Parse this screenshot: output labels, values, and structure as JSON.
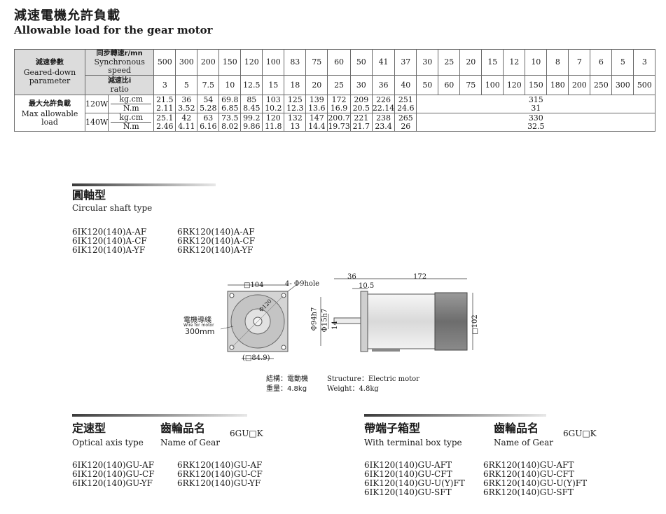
{
  "header": {
    "title_cn": "減速電機允許負載",
    "title_en": "Allowable load for the gear motor"
  },
  "table": {
    "param_cn": "減速參數",
    "param_en": "Geared-down parameter",
    "speed_cn": "同步轉速r/mn",
    "speed_en": "Synchronous speed",
    "ratio_cn": "減速比i",
    "ratio_en": "ratio",
    "speeds": [
      "500",
      "300",
      "200",
      "150",
      "120",
      "100",
      "83",
      "75",
      "60",
      "50",
      "41",
      "37",
      "30",
      "25",
      "20",
      "15",
      "12",
      "10",
      "8",
      "7",
      "6",
      "5",
      "3"
    ],
    "ratios": [
      "3",
      "5",
      "7.5",
      "10",
      "12.5",
      "15",
      "18",
      "20",
      "25",
      "30",
      "36",
      "40",
      "50",
      "60",
      "75",
      "100",
      "120",
      "150",
      "180",
      "200",
      "250",
      "300",
      "500"
    ],
    "load_cn": "最大允許負載",
    "load_en": "Max allowable load",
    "unit_kgcm": "kg.cm",
    "unit_nm": "N.m",
    "rows": [
      {
        "power": "120W",
        "pairs": [
          [
            "21.5",
            "2.11"
          ],
          [
            "36",
            "3.52"
          ],
          [
            "54",
            "5.28"
          ],
          [
            "69.8",
            "6.85"
          ],
          [
            "85",
            "8.45"
          ],
          [
            "103",
            "10.2"
          ],
          [
            "125",
            "12.3"
          ],
          [
            "139",
            "13.6"
          ],
          [
            "172",
            "16.9"
          ],
          [
            "209",
            "20.5"
          ],
          [
            "226",
            "22.14"
          ],
          [
            "251",
            "24.6"
          ]
        ],
        "merged_kgcm": "315",
        "merged_nm": "31"
      },
      {
        "power": "140W",
        "pairs": [
          [
            "25.1",
            "2.46"
          ],
          [
            "42",
            "4.11"
          ],
          [
            "63",
            "6.16"
          ],
          [
            "73.5",
            "8.02"
          ],
          [
            "99.2",
            "9.86"
          ],
          [
            "120",
            "11.8"
          ],
          [
            "132",
            "13"
          ],
          [
            "147",
            "14.4"
          ],
          [
            "200.7",
            "19.73"
          ],
          [
            "221",
            "21.7"
          ],
          [
            "238",
            "23.4"
          ],
          [
            "265",
            "26"
          ]
        ],
        "merged_kgcm": "330",
        "merged_nm": "32.5"
      }
    ]
  },
  "circular": {
    "title_cn": "圓軸型",
    "title_en": "Circular shaft type",
    "models_left": [
      "6IK120(140)A-AF",
      "6IK120(140)A-CF",
      "6IK120(140)A-YF"
    ],
    "models_right": [
      "6RK120(140)A-AF",
      "6RK120(140)A-CF",
      "6RK120(140)A-YF"
    ]
  },
  "drawing": {
    "front_square": "□104",
    "holes": "4- Φ9hole",
    "wire_cn": "電機導綫",
    "wire_en": "Wire for motor",
    "wire_len": "300mm",
    "pcd": "Φ120",
    "bottom_dim": "(□84.9)",
    "dim_36": "36",
    "dim_105": "10.5",
    "dim_172": "172",
    "dim_94": "Φ94h7",
    "dim_15": "Φ15h7",
    "dim_14": "14",
    "dim_102": "□102",
    "struct_cn": "結構：電動機",
    "struct_en": "Structure：Electric motor",
    "weight_cn": "重量：4.8kg",
    "weight_en": "Weight：4.8kg"
  },
  "optical": {
    "title_cn": "定速型",
    "title_en": "Optical axis type",
    "gear_cn": "齒輪品名",
    "gear_en": "Name of Gear",
    "gear_code": "6GU□K",
    "models_left": [
      "6IK120(140)GU-AF",
      "6IK120(140)GU-CF",
      "6IK120(140)GU-YF"
    ],
    "models_right": [
      "6RK120(140)GU-AF",
      "6RK120(140)GU-CF",
      "6RK120(140)GU-YF"
    ]
  },
  "terminal": {
    "title_cn": "帶端子箱型",
    "title_en": "With terminal box type",
    "gear_cn": "齒輪品名",
    "gear_en": "Name of Gear",
    "gear_code": "6GU□K",
    "models_left": [
      "6IK120(140)GU-AFT",
      "6IK120(140)GU-CFT",
      "6IK120(140)GU-U(Y)FT",
      "6IK120(140)GU-SFT"
    ],
    "models_right": [
      "6RK120(140)GU-AFT",
      "6RK120(140)GU-CFT",
      "6RK120(140)GU-U(Y)FT",
      "6RK120(140)GU-SFT"
    ]
  }
}
